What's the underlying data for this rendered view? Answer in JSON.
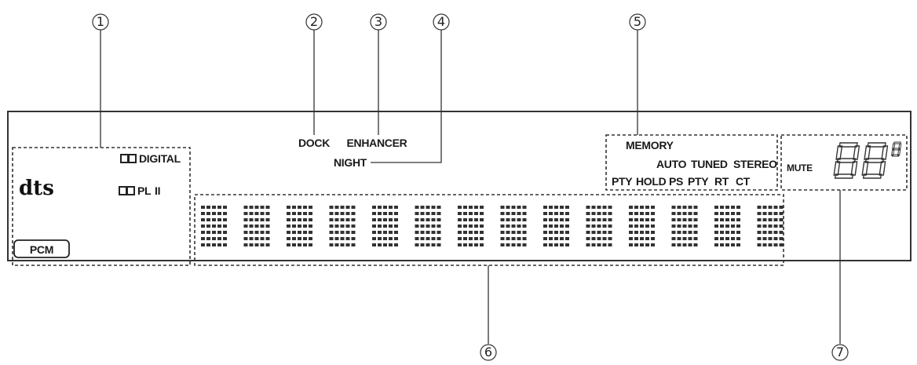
{
  "callouts": [
    "1",
    "2",
    "3",
    "4",
    "5",
    "6",
    "7"
  ],
  "indicators": {
    "dolby_digital": "DIGITAL",
    "dolby_pl2": "PL",
    "dolby_pl2_suffix": "II",
    "dts": "dts",
    "pcm": "PCM",
    "dock": "DOCK",
    "enhancer": "ENHANCER",
    "night": "NIGHT",
    "memory": "MEMORY",
    "auto": "AUTO",
    "tuned": "TUNED",
    "stereo": "STEREO",
    "pty": "PTY",
    "hold": "HOLD",
    "ps": "PS",
    "pty2": "PTY",
    "rt": "RT",
    "ct": "CT",
    "mute": "MUTE"
  },
  "dot_matrix": {
    "character_count": 14
  },
  "colors": {
    "ink": "#1a1a1a",
    "background": "#ffffff"
  }
}
